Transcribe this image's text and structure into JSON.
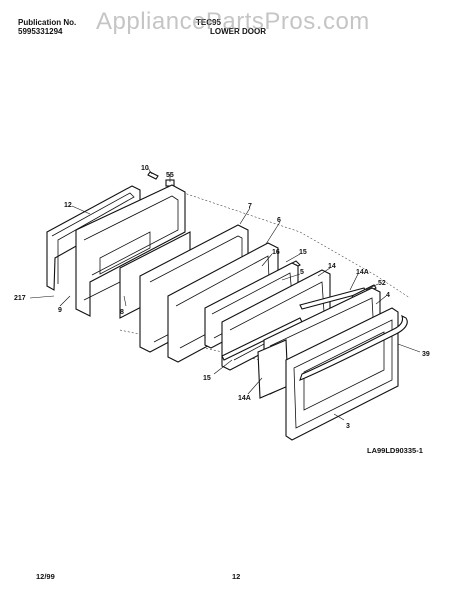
{
  "header": {
    "publication_label": "Publication No.",
    "publication_number": "5995331294",
    "model": "TEC95",
    "section": "LOWER DOOR"
  },
  "watermark": "AppliancePartsPros.com",
  "diagram_code": "LA99LD90335-1",
  "footer": {
    "date": "12/99",
    "page": "12"
  },
  "callouts": {
    "c10": "10",
    "c55": "55",
    "c12": "12",
    "c7": "7",
    "c6": "6",
    "c16": "16",
    "c15a": "15",
    "c5": "5",
    "c14": "14",
    "c14A_a": "14A",
    "c52": "52",
    "c4": "4",
    "c217": "217",
    "c9": "9",
    "c8": "8",
    "c39": "39",
    "c15b": "15",
    "c14A_b": "14A",
    "c3": "3"
  }
}
